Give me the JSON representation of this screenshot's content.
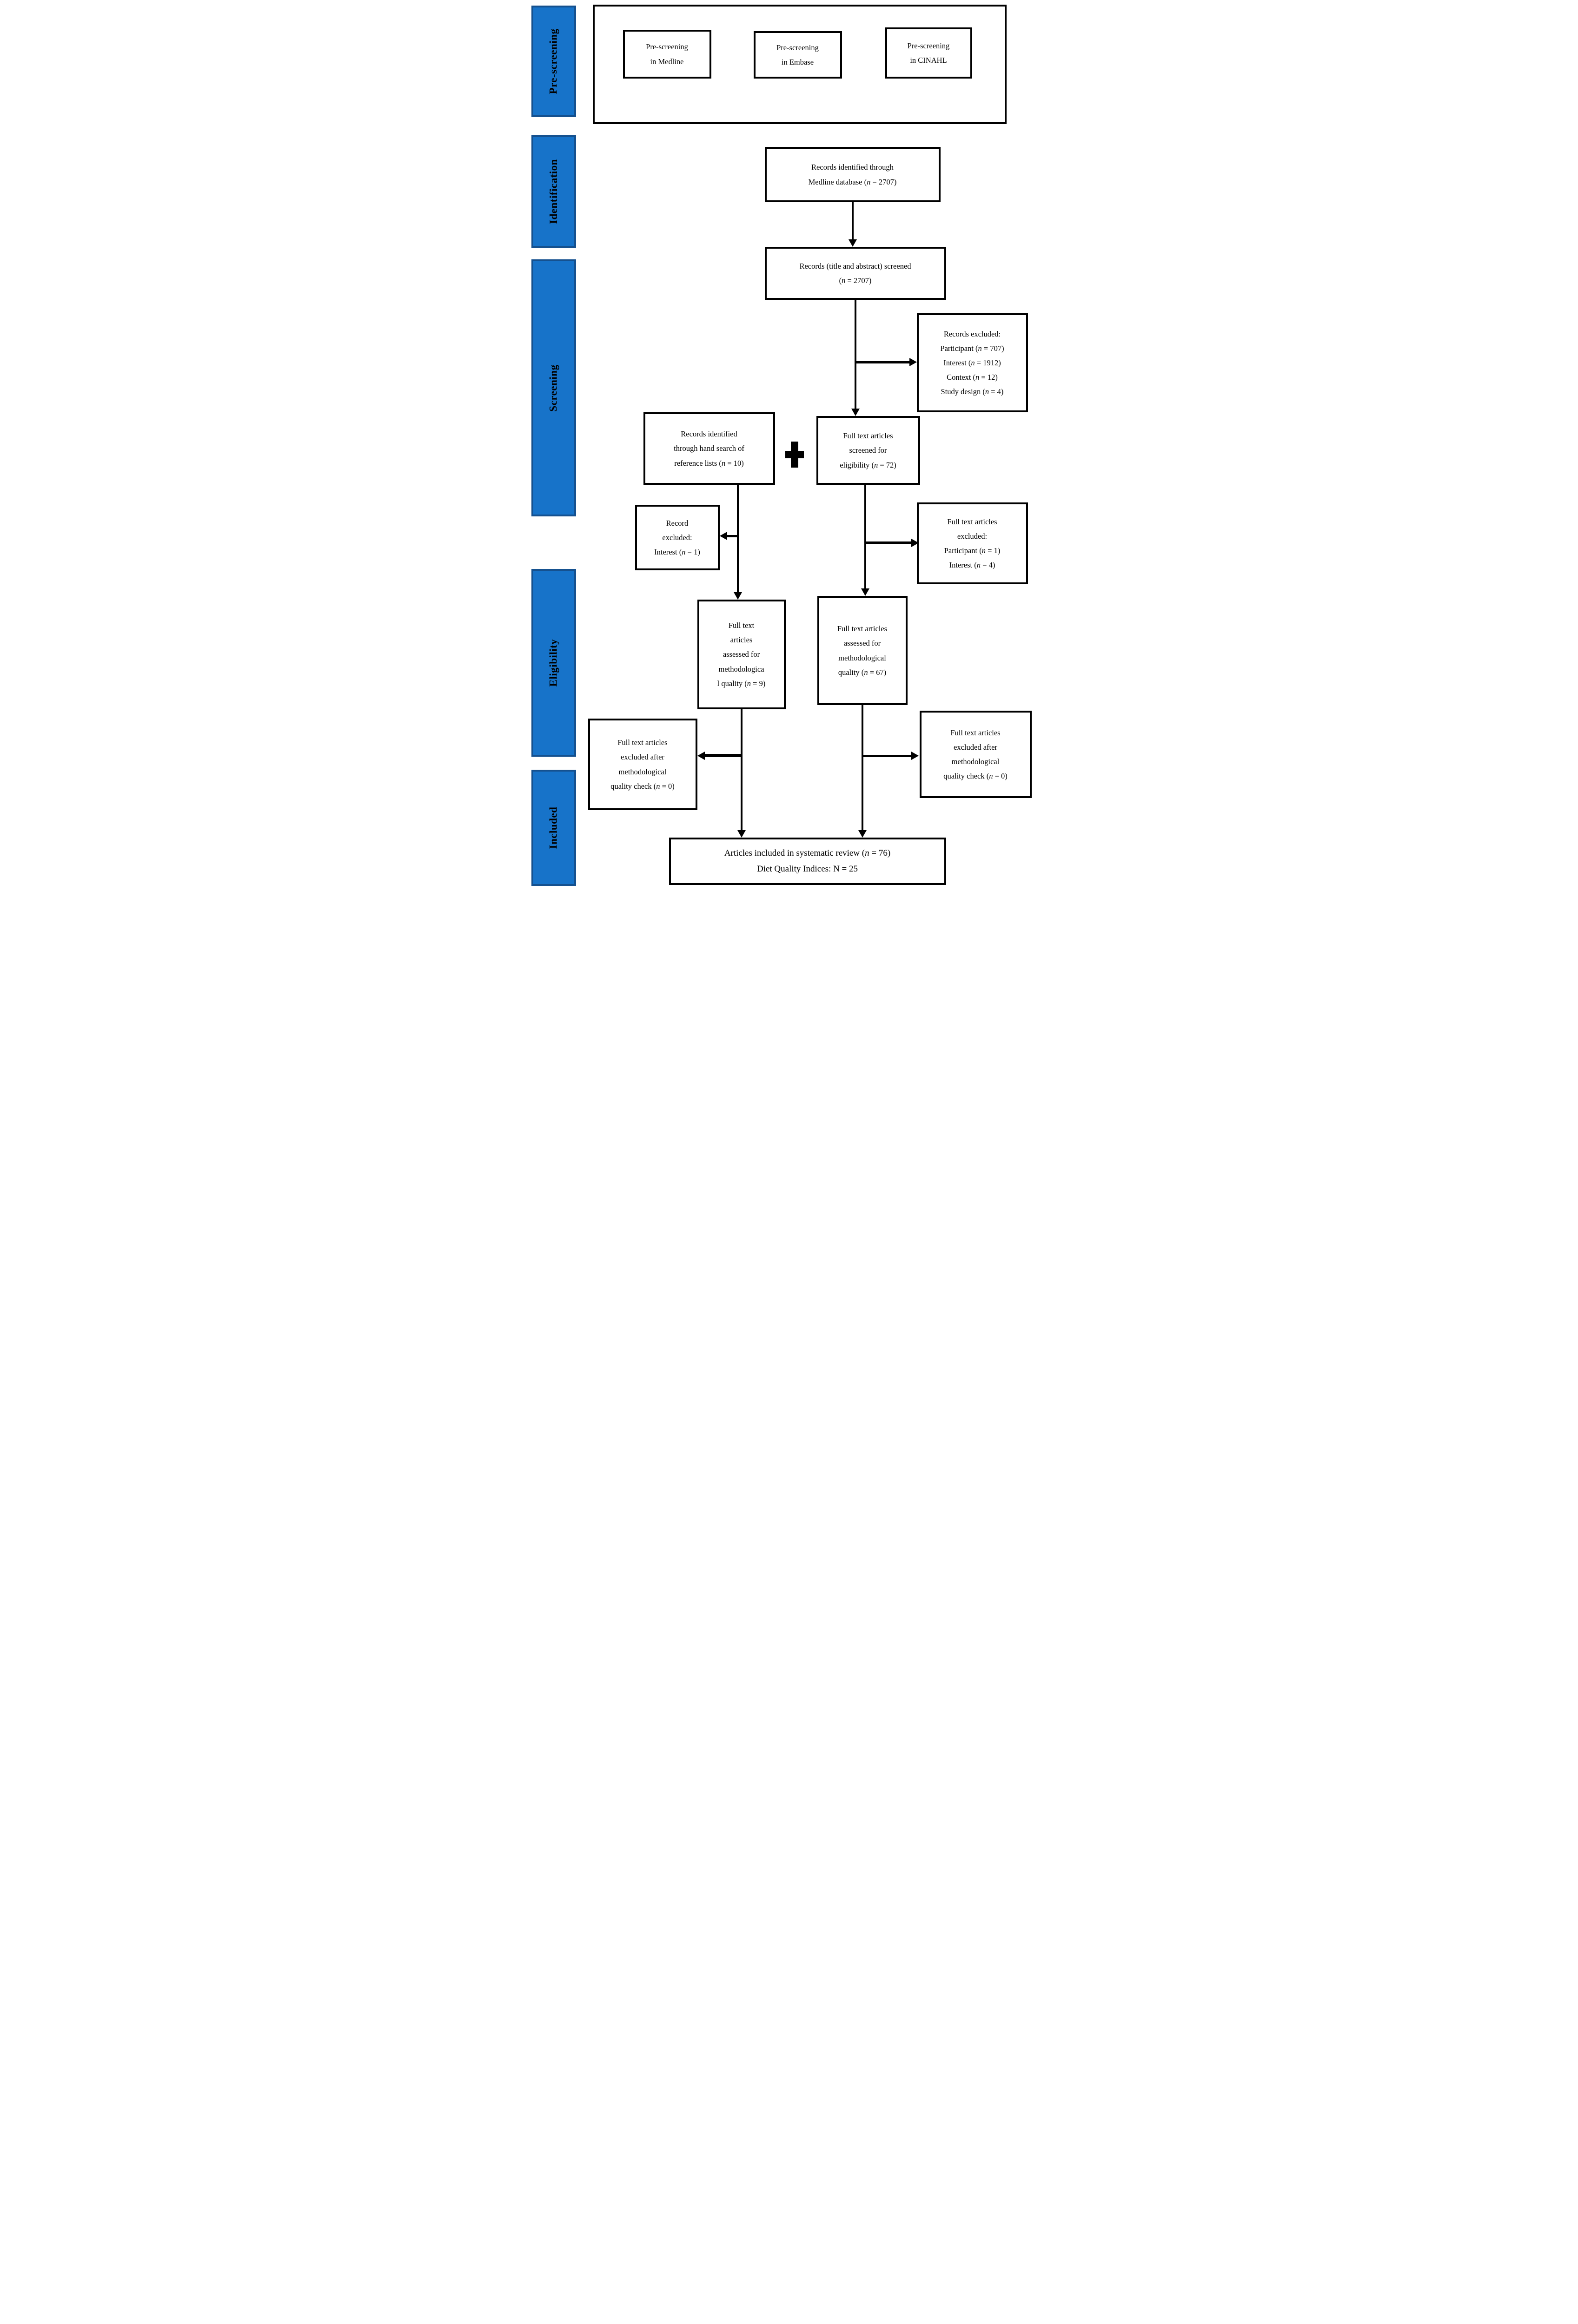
{
  "colors": {
    "sidebar_fill": "#1773C9",
    "sidebar_border": "#15518F",
    "box_border": "#000000",
    "text": "#000000"
  },
  "sidebar": {
    "items": [
      {
        "label": "Pre-screening"
      },
      {
        "label": "Identification"
      },
      {
        "label": "Screening"
      },
      {
        "label": "Eligibility"
      },
      {
        "label": "Included"
      }
    ]
  },
  "prescreening": {
    "boxes": [
      {
        "text": "Pre-screening\nin Medline"
      },
      {
        "text": "Pre-screening\nin Embase"
      },
      {
        "text": "Pre-screening\nin CINAHL"
      }
    ]
  },
  "flow": {
    "records_identified": "Records identified through\nMedline database (n = 2707)",
    "records_screened": "Records (title and abstract) screened\n(n = 2707)",
    "records_excluded": "Records excluded:\nParticipant (n = 707)\nInterest (n = 1912)\nContext (n = 12)\nStudy design (n = 4)",
    "hand_search": "Records identified\nthrough hand search of\nreference lists (n = 10)",
    "fulltext_screened": "Full text articles\nscreened for\neligibility (n = 72)",
    "record_excluded": "Record\nexcluded:\nInterest (n = 1)",
    "fulltext_excluded": "Full text articles\nexcluded:\nParticipant (n = 1)\nInterest (n = 4)",
    "assessed_left": "Full text\narticles\nassessed for\nmethodologica\nl quality (n = 9)",
    "assessed_right": "Full text articles\nassessed for\nmethodological\nquality (n = 67)",
    "excluded_check_left": "Full text articles\nexcluded after\nmethodological\nquality check (n = 0)",
    "excluded_check_right": "Full text articles\nexcluded after\nmethodological\nquality check (n = 0)",
    "included": "Articles included in systematic review (n = 76)\nDiet Quality Indices: N = 25"
  }
}
